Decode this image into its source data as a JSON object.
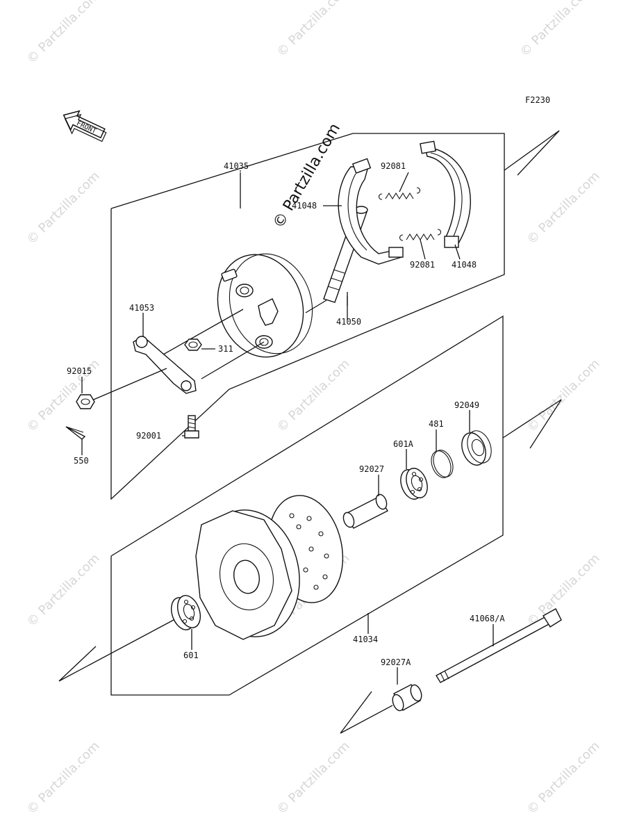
{
  "diagram": {
    "code": "F2230",
    "front_label": "FRONT",
    "watermark_main": "© Partzilla.com",
    "watermark_tile": "© Partzilla.com",
    "parts": [
      {
        "id": "p41035",
        "label": "41035"
      },
      {
        "id": "p92081a",
        "label": "92081"
      },
      {
        "id": "p41048a",
        "label": "41048"
      },
      {
        "id": "p92081b",
        "label": "92081"
      },
      {
        "id": "p41048b",
        "label": "41048"
      },
      {
        "id": "p41053",
        "label": "41053"
      },
      {
        "id": "p41050",
        "label": "41050"
      },
      {
        "id": "p311",
        "label": "311"
      },
      {
        "id": "p92015",
        "label": "92015"
      },
      {
        "id": "p92001",
        "label": "92001"
      },
      {
        "id": "p550",
        "label": "550"
      },
      {
        "id": "p92049",
        "label": "92049"
      },
      {
        "id": "p481",
        "label": "481"
      },
      {
        "id": "p601A",
        "label": "601A"
      },
      {
        "id": "p92027",
        "label": "92027"
      },
      {
        "id": "p41034",
        "label": "41034"
      },
      {
        "id": "p601",
        "label": "601"
      },
      {
        "id": "p41068A",
        "label": "41068/A"
      },
      {
        "id": "p92027A",
        "label": "92027A"
      }
    ]
  }
}
